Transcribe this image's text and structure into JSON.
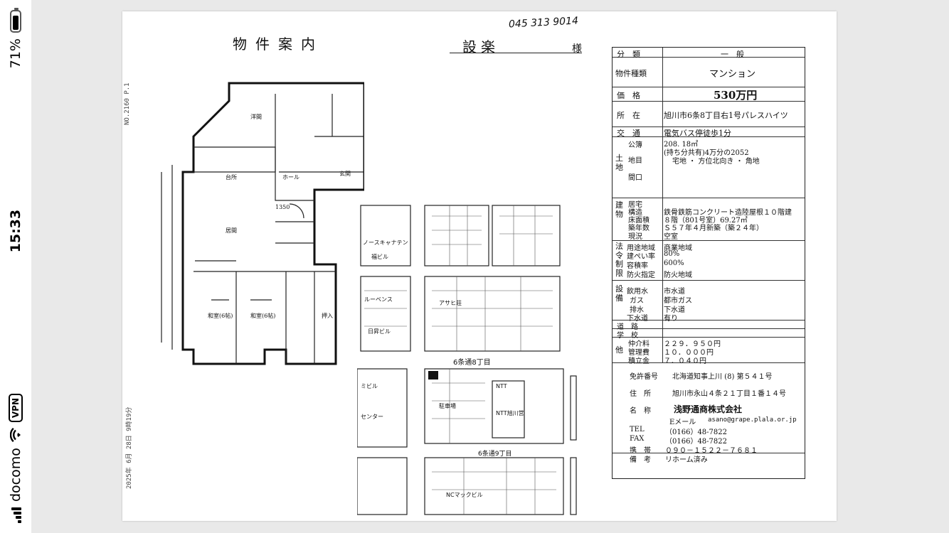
{
  "status_bar": {
    "carrier": "docomo",
    "vpn": "VPN",
    "time": "15:33",
    "battery_percent": "71%",
    "battery_level": 0.71
  },
  "document": {
    "title": "物件案内",
    "handwritten_number": "045 313 9014",
    "recipient": "設楽",
    "honorific": "様",
    "side_text_1": "NO.2160 P.1",
    "side_text_2": "2025年 6月 28日 9時19分",
    "info": {
      "category_label": "分　類",
      "category_value": "一　般",
      "type_label": "物件種類",
      "type_value": "マンション",
      "price_label": "価　格",
      "price_value": "530万円",
      "location_label": "所　在",
      "location_value": "旭川市6条8丁目右1号パレスハイツ",
      "transport_label": "交　通",
      "transport_value": "電気バス停徒歩1分",
      "land_group": "土地",
      "land_area_label": "公簿",
      "land_area_value": "208. 18㎡",
      "land_share": "(持ち分共有)4万分の2052",
      "land_type_label": "地目",
      "land_type_value": "宅地 ・ 方位北向き ・ 角地",
      "frontage_label": "間口",
      "building_group": "建物",
      "bld_residence_label": "居宅",
      "bld_structure_label": "構造",
      "bld_structure_value": "鉄骨鉄筋コンクリート造陸屋根１０階建",
      "bld_floor_label": "床面積",
      "bld_floor_value": "８階（801号室）69.27㎡",
      "bld_age_label": "築年数",
      "bld_age_value": "Ｓ５７年４月新築（築２４年）",
      "bld_status_label": "現況",
      "bld_status_value": "空室",
      "law_group": "法令制限",
      "zone_label": "用途地域",
      "zone_value": "商業地域",
      "bcr_label": "建ぺい率",
      "bcr_value": "80%",
      "far_label": "容積率",
      "far_value": "600%",
      "fire_label": "防火指定",
      "fire_value": "防火地域",
      "facility_group": "設備",
      "water_label": "飲用水",
      "water_value": "市水道",
      "gas_label": "ガス",
      "gas_value": "都市ガス",
      "drain_label": "排水",
      "drain_value": "下水道",
      "sewer_label": "下水道",
      "sewer_value": "有り",
      "road_label": "道　路",
      "school_label": "学　校",
      "other_group": "他",
      "brokerage_label": "仲介料",
      "brokerage_value": "２２９．９５０円",
      "mgmt_label": "管理費",
      "mgmt_value": "１０．０００円",
      "reserve_label": "積立金",
      "reserve_value": "７．０４０円",
      "license_label": "免許番号",
      "license_value": "北海道知事上川 (8) 第５４１号",
      "address_label": "住　所",
      "address_value": "旭川市永山４条２１丁目１番１４号",
      "name_label": "名　称",
      "name_value": "浅野通商株式会社",
      "email_label": "Eメール",
      "email_value": "asano@grape.plala.or.jp",
      "tel_label": "TEL",
      "tel_value": "（0166）48-7822",
      "fax_label": "FAX",
      "fax_value": "（0166）48-7822",
      "mobile_label": "携　帯",
      "mobile_value": "０９０－１５２２－７６８１",
      "remarks_label": "備　考",
      "remarks_value": "リホーム済み"
    },
    "floor_plan": {
      "rooms": [
        "洋間",
        "台所",
        "居間",
        "ホール",
        "玄関",
        "和室(6帖)",
        "和室(6帖)",
        "押入"
      ],
      "dimension": "1350"
    },
    "map": {
      "street_label_1": "6条通8丁目",
      "street_label_2": "6条通9丁目",
      "places": [
        "ノースキャナテン",
        "福ビル",
        "ルーベンス",
        "アサヒ荘",
        "日昇ビル",
        "駐車場",
        "NTT",
        "NTT旭川営",
        "NCマックビル",
        "ミビル",
        "センター"
      ]
    }
  }
}
